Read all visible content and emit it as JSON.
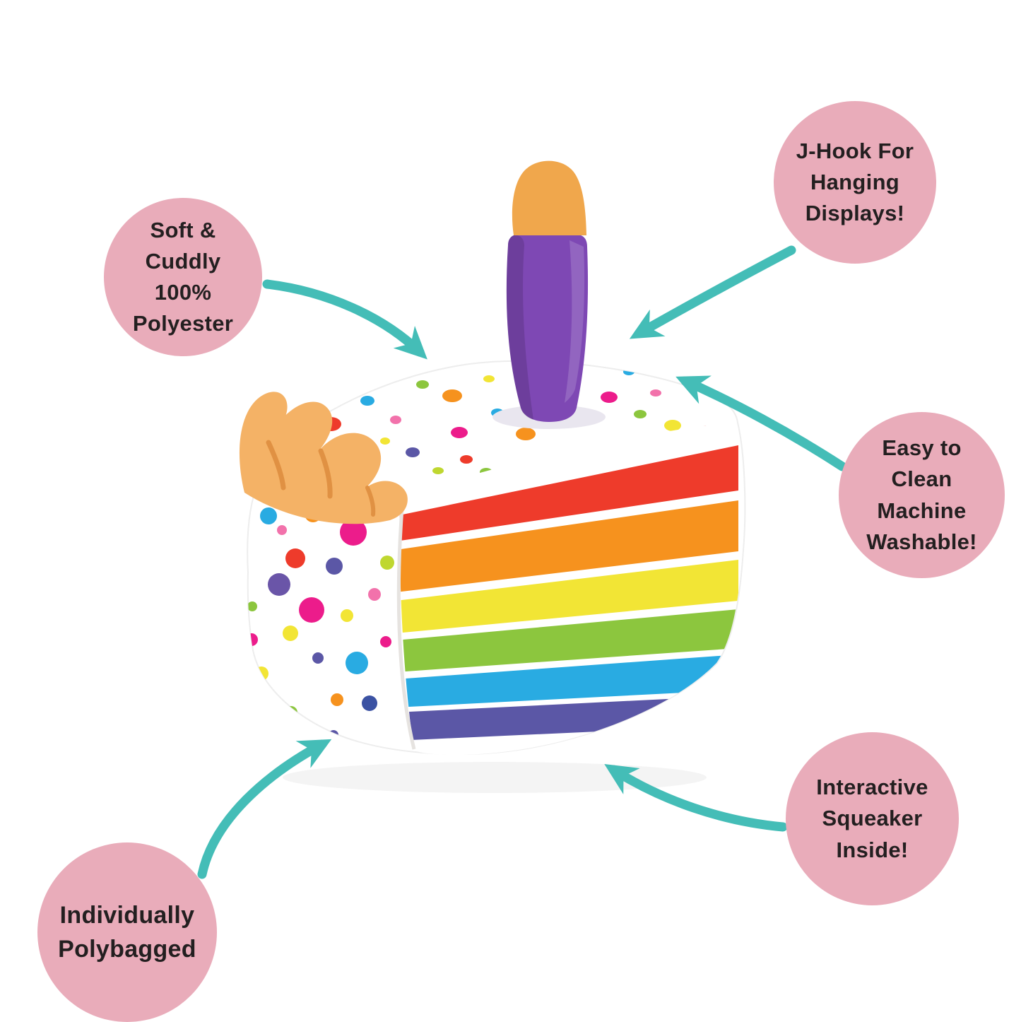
{
  "canvas": {
    "background": "#ffffff"
  },
  "style": {
    "badge_color": "#e9acba",
    "badge_text_color": "#231f20",
    "arrow_color": "#44bdb7"
  },
  "illustration": {
    "name": "plush-rainbow-cake-slice-with-candle",
    "stripe_colors": [
      "#ee3b2b",
      "#f6921e",
      "#f2e535",
      "#8cc63e",
      "#29abe2",
      "#5b57a6"
    ],
    "candle_color": "#7e48b4",
    "flame_color": "#f0a74c",
    "ruffle_color": "#f4b266"
  },
  "callouts": [
    {
      "id": "soft-cuddly",
      "text": "Soft &\nCuddly\n100%\nPolyester"
    },
    {
      "id": "j-hook",
      "text": "J-Hook For\nHanging\nDisplays!"
    },
    {
      "id": "easy-clean",
      "text": "Easy to\nClean\nMachine\nWashable!"
    },
    {
      "id": "squeaker",
      "text": "Interactive\nSqueaker\nInside!"
    },
    {
      "id": "polybagged",
      "text": "Individually\nPolybagged"
    }
  ]
}
